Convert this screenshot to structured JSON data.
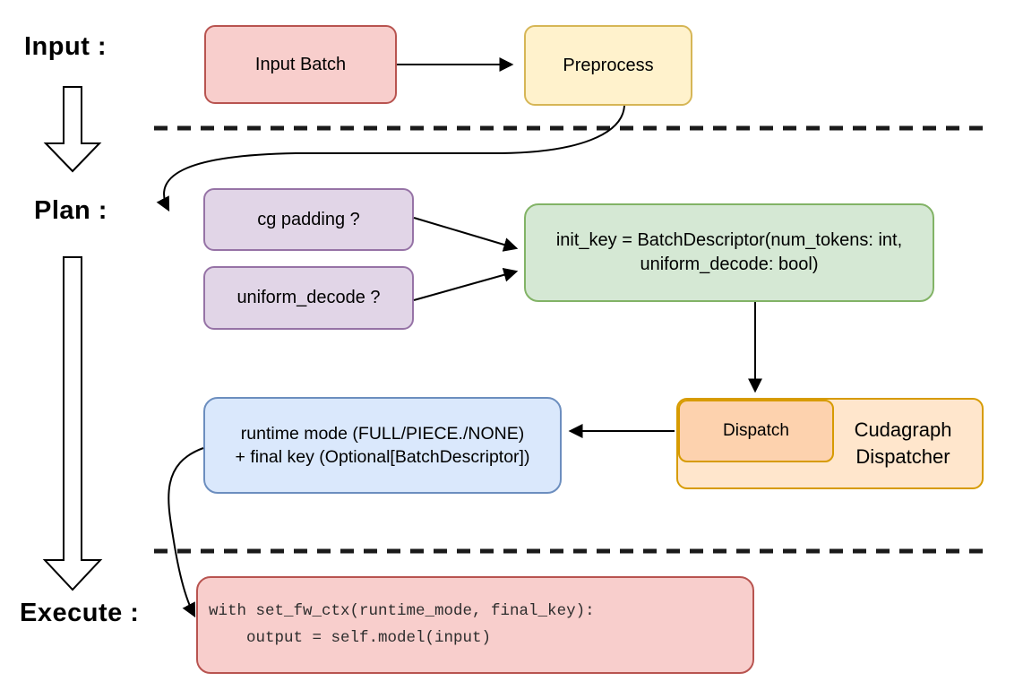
{
  "diagram": {
    "title_hint": "cudagraph dispatch flow",
    "stage_labels": {
      "input": "Input :",
      "plan": "Plan :",
      "execute": "Execute :"
    },
    "nodes": {
      "input_batch": {
        "label": "Input Batch"
      },
      "preprocess": {
        "label": "Preprocess"
      },
      "cg_padding": {
        "label": "cg padding ?"
      },
      "uniform_decode": {
        "label": "uniform_decode ?"
      },
      "init_key": {
        "line1": "init_key = BatchDescriptor(num_tokens: int,",
        "line2": "uniform_decode: bool)"
      },
      "runtime_mode": {
        "line1": "runtime mode (FULL/PIECE./NONE)",
        "line2": "+ final key (Optional[BatchDescriptor])"
      },
      "dispatch": {
        "label": "Dispatch"
      },
      "cudagraph_dispatcher": {
        "line1": "Cudagraph",
        "line2": "Dispatcher"
      },
      "execute_code": {
        "line1": "with set_fw_ctx(runtime_mode, final_key):",
        "line2": "    output = self.model(input)"
      }
    },
    "colors": {
      "red_fill": "#f8cecc",
      "red_stroke": "#b85450",
      "yellow_fill": "#fff2cc",
      "yellow_stroke": "#d6b656",
      "purple_fill": "#e1d5e7",
      "purple_stroke": "#9673a6",
      "green_fill": "#d5e8d4",
      "green_stroke": "#82b366",
      "blue_fill": "#dae8fc",
      "blue_stroke": "#6c8ebf",
      "orange_outer_fill": "#ffe6cc",
      "orange_inner_fill": "#fdd2ae",
      "orange_stroke": "#d79b00",
      "line_color": "#000000"
    }
  }
}
